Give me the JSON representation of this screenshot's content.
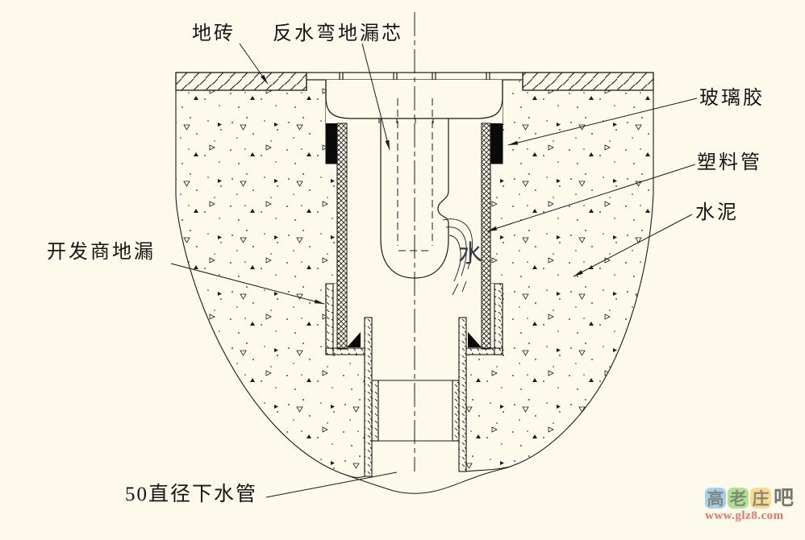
{
  "diagram": {
    "title_context": "floor-drain-installation-section",
    "labels": {
      "floor_tile": "地砖",
      "trap_core": "反水弯地漏芯",
      "glass_glue": "玻璃胶",
      "plastic_pipe": "塑料管",
      "cement": "水泥",
      "developer_drain": "开发商地漏",
      "water": "水",
      "drain_pipe_50": "50直径下水管"
    },
    "colors": {
      "background": "#fdf9eb",
      "line": "#1a1a1a",
      "seal_fill": "#0a0a0a"
    }
  },
  "watermark": {
    "chars": [
      "高",
      "老",
      "庄"
    ],
    "suffix_char": "吧",
    "url": "www.glz8.com",
    "tile_colors": [
      "#9fcde9",
      "#a9e18e",
      "#f7d98b"
    ],
    "url_color": "#e4695e"
  }
}
